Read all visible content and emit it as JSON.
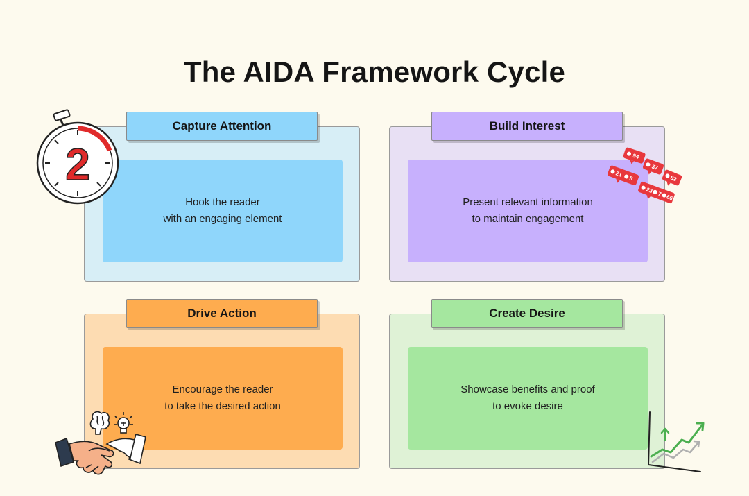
{
  "title": "The AIDA Framework Cycle",
  "stages": [
    {
      "name": "Capture Attention",
      "line1": "Hook the reader",
      "line2": "with an engaging element"
    },
    {
      "name": "Build Interest",
      "line1": "Present relevant information",
      "line2": "to maintain engagement"
    },
    {
      "name": "Drive Action",
      "line1": "Encourage the reader",
      "line2": "to take the desired action"
    },
    {
      "name": "Create Desire",
      "line1": "Showcase benefits and proof",
      "line2": "to evoke desire"
    }
  ],
  "timer_digit": "2",
  "badges": [
    "94",
    "37",
    "82",
    "21",
    "5",
    "23",
    "7",
    "66"
  ],
  "colors": {
    "attention": "#8fd6fb",
    "interest": "#c7b0fd",
    "action": "#feac4f",
    "desire": "#a5e79f",
    "badge": "#e8383d"
  },
  "icons": [
    "stopwatch-icon",
    "social-badges-icon",
    "handshake-icon",
    "growth-chart-icon"
  ]
}
